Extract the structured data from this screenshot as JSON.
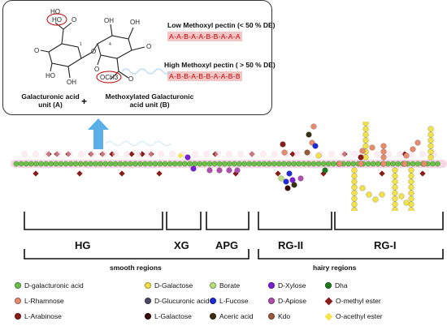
{
  "colors": {
    "galacturonic": "#6cc04a",
    "rhamnose": "#e88a6e",
    "arabinose": "#8b1c1c",
    "galactose": "#f1e14a",
    "glucuronic": "#4a4a66",
    "lgalactose": "#3a0a0a",
    "borate": "#b7e07a",
    "fucose": "#1f2bd6",
    "aceric": "#3a2f10",
    "xylose": "#7a1fd6",
    "apiose": "#b04fb0",
    "kdo": "#9a5a3a",
    "dha": "#1e7a1e",
    "omethyl": "#8b1c1c",
    "oacetyl": "#f6e24a",
    "arrow": "#5ab0e6",
    "seq_text": "#c00000",
    "seq_bg": "#f3c6c6"
  },
  "chem": {
    "ho_label": "HO",
    "och3_label": "OCH3",
    "low_title": "Low Methoxyl pectin (< 50 % DE)",
    "low_seq": "A-A-B-A-A-B-B-A-A-A",
    "high_title": "High Methoxyl pectin ( > 50 % DE)",
    "high_seq": "A-B-B-A-B-B-A-A-B-B",
    "unit_a_line1": "Galacturonic acid",
    "unit_a_line2": "unit (A)",
    "plus": "+",
    "unit_b_line1": "Methoxylated Galacturonic",
    "unit_b_line2": "acid unit (B)"
  },
  "sections": {
    "hg": "HG",
    "xg": "XG",
    "apg": "APG",
    "rgii": "RG-II",
    "rgi": "RG-I"
  },
  "regions": {
    "smooth": "smooth regions",
    "hairy": "hairy regions"
  },
  "legend": [
    {
      "label": "D-galacturonic acid",
      "color": "#6cc04a",
      "shape": "dot"
    },
    {
      "label": "D-Galactose",
      "color": "#f1e14a",
      "shape": "dot"
    },
    {
      "label": "Borate",
      "color": "#b7e07a",
      "shape": "dot"
    },
    {
      "label": "D-Xylose",
      "color": "#7a1fd6",
      "shape": "dot"
    },
    {
      "label": "Dha",
      "color": "#1e7a1e",
      "shape": "dot"
    },
    {
      "label": "L-Rhamnose",
      "color": "#e88a6e",
      "shape": "dot"
    },
    {
      "label": "D-Glucuronic acid",
      "color": "#4a4a66",
      "shape": "dot"
    },
    {
      "label": "L-Fucose",
      "color": "#1f2bd6",
      "shape": "dot"
    },
    {
      "label": "D-Apiose",
      "color": "#b04fb0",
      "shape": "dot"
    },
    {
      "label": "O-methyl ester",
      "color": "#8b1c1c",
      "shape": "diamond"
    },
    {
      "label": "L-Arabinose",
      "color": "#8b1c1c",
      "shape": "dot"
    },
    {
      "label": "L-Galactose",
      "color": "#3a0a0a",
      "shape": "dot"
    },
    {
      "label": "Aceric acid",
      "color": "#3a2f10",
      "shape": "dot"
    },
    {
      "label": "Kdo",
      "color": "#9a5a3a",
      "shape": "dot"
    },
    {
      "label": "O-acethyl ester",
      "color": "#f6e24a",
      "shape": "diamond"
    }
  ]
}
